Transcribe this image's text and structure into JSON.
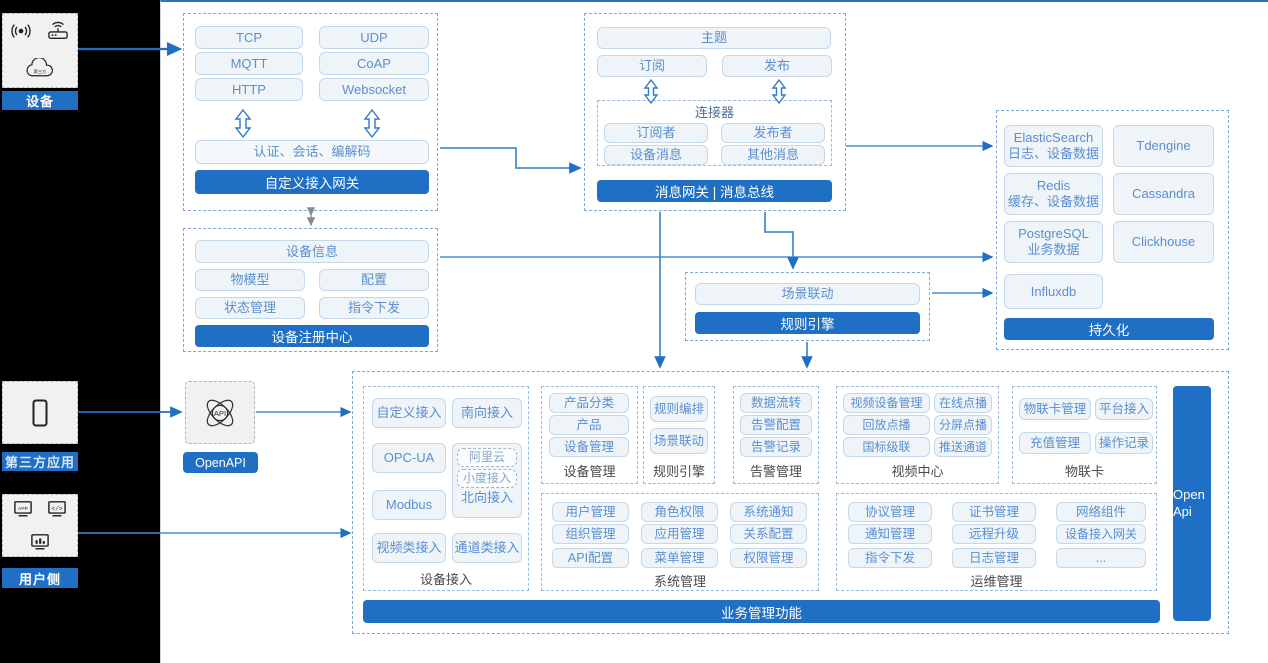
{
  "rail": {
    "items": [
      {
        "label": "设备",
        "icons": [
          "signal-waves-icon",
          "router-icon",
          "cloud-icon"
        ]
      },
      {
        "label": "第三方应用",
        "icons": [
          "mobile-phone-icon"
        ]
      },
      {
        "label": "用户侧",
        "icons": [
          "app-monitor-icon",
          "code-monitor-icon",
          "chart-monitor-icon"
        ]
      }
    ]
  },
  "gateway": {
    "protocols": [
      "TCP",
      "UDP",
      "MQTT",
      "CoAP",
      "HTTP",
      "Websocket"
    ],
    "middle": "认证、会话、编解码",
    "title": "自定义接入网关"
  },
  "message_bus": {
    "topic": "主题",
    "subscribe": "订阅",
    "publish": "发布",
    "connector_title": "连接器",
    "connector_items": [
      "订阅者",
      "发布者",
      "设备消息",
      "其他消息"
    ],
    "title": "消息网关 | 消息总线"
  },
  "registry": {
    "info": "设备信息",
    "items": [
      "物模型",
      "配置",
      "状态管理",
      "指令下发"
    ],
    "title": "设备注册中心"
  },
  "rule_engine": {
    "scene": "场景联动",
    "title": "规则引擎"
  },
  "persistence": {
    "items": [
      "ElasticSearch\n日志、设备数据",
      "Tdengine",
      "Redis\n缓存、设备数据",
      "Cassandra",
      "PostgreSQL\n业务数据",
      "Clickhouse",
      "Influxdb"
    ],
    "title": "持久化"
  },
  "openapi": {
    "label": "OpenAPI",
    "icon": "api-atom-icon"
  },
  "business": {
    "open_api_side": "Open\nApi",
    "bottom_title": "业务管理功能",
    "device_access": {
      "caption": "设备接入",
      "items": [
        "自定义接入",
        "南向接入",
        "OPC-UA",
        "Modbus",
        "视频类接入",
        "通道类接入"
      ],
      "north": {
        "sub": [
          "阿里云",
          "小度接入"
        ],
        "label": "北向接入"
      }
    },
    "columns_top": [
      {
        "caption": "设备管理",
        "items": [
          "产品分类",
          "产品",
          "设备管理"
        ]
      },
      {
        "caption": "规则引擎",
        "items": [
          "规则编排",
          "场景联动"
        ]
      },
      {
        "caption": "告警管理",
        "items": [
          "数据流转",
          "告警配置",
          "告警记录"
        ]
      },
      {
        "caption": "视频中心",
        "items": [
          "视频设备管理",
          "在线点播",
          "回放点播",
          "分屏点播",
          "国标级联",
          "推送通道"
        ]
      },
      {
        "caption": "物联卡",
        "items": [
          "物联卡管理",
          "平台接入",
          "充值管理",
          "操作记录"
        ]
      }
    ],
    "columns_bottom": [
      {
        "caption": "系统管理",
        "items": [
          "用户管理",
          "角色权限",
          "系统通知",
          "组织管理",
          "应用管理",
          "关系配置",
          "API配置",
          "菜单管理",
          "权限管理"
        ]
      },
      {
        "caption": "运维管理",
        "items": [
          "协议管理",
          "证书管理",
          "网络组件",
          "通知管理",
          "远程升级",
          "设备接入网关",
          "指令下发",
          "日志管理",
          "..."
        ]
      }
    ]
  },
  "colors": {
    "accent": "#1f6fc4",
    "pill_text": "#5b8fd0",
    "pill_bg": "#eef4f8",
    "pill_border": "#c4d8ea",
    "group_border": "#7fa6d8",
    "rail_bg": "#f1f1f1",
    "canvas_bg": "#ffffff",
    "page_bg": "#000000"
  }
}
